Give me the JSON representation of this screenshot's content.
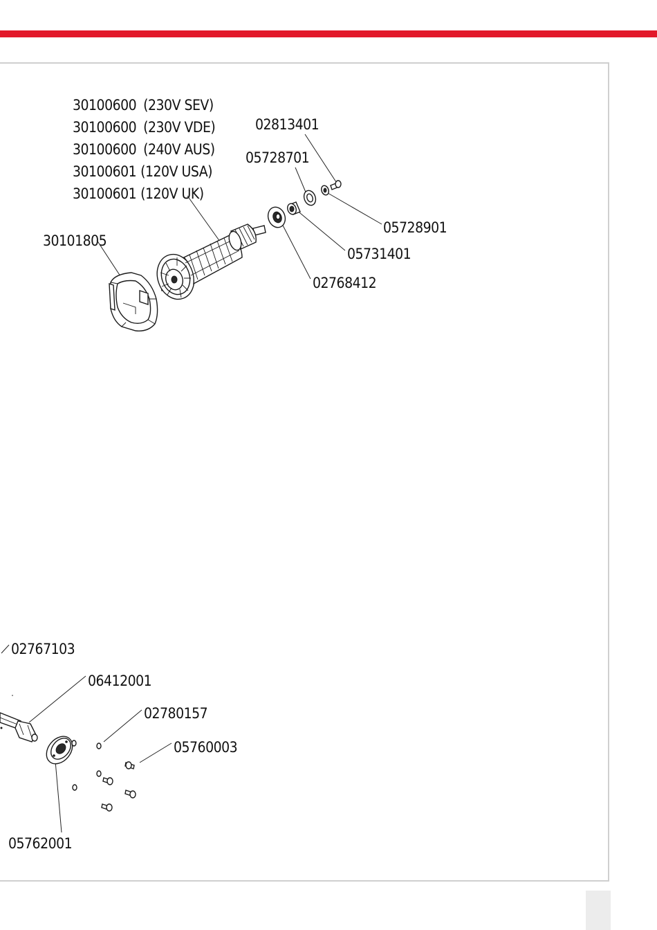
{
  "theme": {
    "accent": "#e2192a",
    "frame_border": "#cfcfcf",
    "page_tab": "#ececec"
  },
  "motor_labels": [
    {
      "code": "30100600",
      "variant": "(230V SEV)"
    },
    {
      "code": "30100600",
      "variant": "(230V VDE)"
    },
    {
      "code": "30100600",
      "variant": "(240V AUS)"
    },
    {
      "code": "30100601",
      "variant": "(120V USA)"
    },
    {
      "code": "30100601",
      "variant": "(120V UK)"
    }
  ],
  "parts_upper": {
    "p02813401": "02813401",
    "p05728701": "05728701",
    "p05728901": "05728901",
    "p05731401": "05731401",
    "p02768412": "02768412",
    "p30101805": "30101805"
  },
  "parts_lower": {
    "p02767103": "02767103",
    "p06412001": "06412001",
    "p02780157": "02780157",
    "p05760003": "05760003",
    "p05762001": "05762001"
  }
}
